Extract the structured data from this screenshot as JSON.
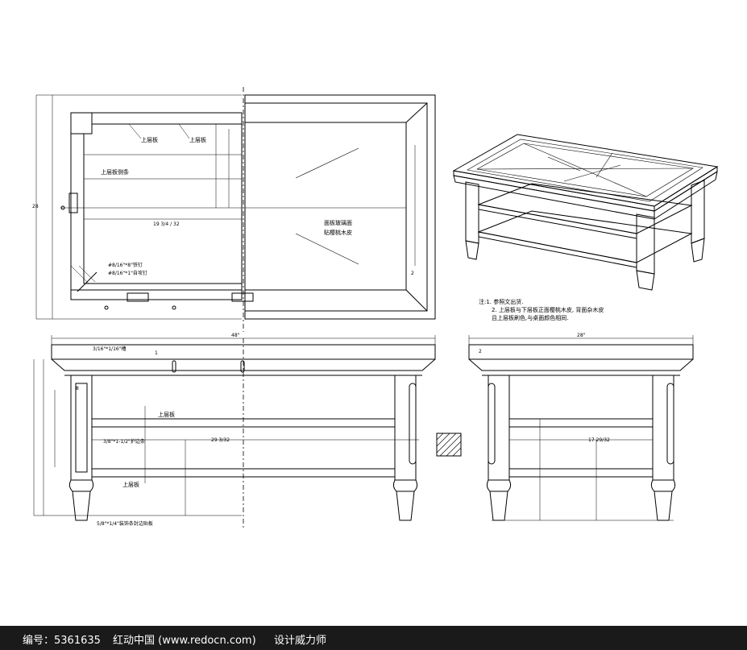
{
  "plan": {
    "label_top_shelf_1": "上层板",
    "label_top_shelf_2": "上层板",
    "label_shelf_support": "上层板侧条",
    "label_glass_1": "面板玻璃面",
    "label_glass_2": "贴樱桃木皮",
    "label_screw_1": "#8/16\"*8\"铁钉",
    "label_screw_2": "#8/16\"*1\"自攻钉",
    "dim_width": "19 3/4 / 32",
    "dim_depth": "2"
  },
  "notes": {
    "line1": "注:1. 参照文出货.",
    "line2": "2. 上层板与下层板正面樱桃木皮, 背面杂木皮",
    "line3": "且上层板刷色,与桌面颜色相同."
  },
  "front": {
    "dim_overall": "48\"",
    "dim_edge": "3/16\"*1/16\"槽",
    "dim_top_thk": "1",
    "label_shelf": "上层板",
    "label_lower_shelf": "上层板",
    "label_support": "3/8\"*1-1/2\"护边条",
    "label_bottom_note": "5/8\"*1/4\"装饰条封边贴板",
    "dim_inner": "29 3/32",
    "dim_leg": "8"
  },
  "side": {
    "dim_overall": "28\"",
    "dim_inner": "17 29/32",
    "dim_edge": "2"
  },
  "footer": {
    "id_text": "编号：5361635",
    "site_text": "红动中国 (www.redocn.com)",
    "designer_text": "设计威力师"
  }
}
